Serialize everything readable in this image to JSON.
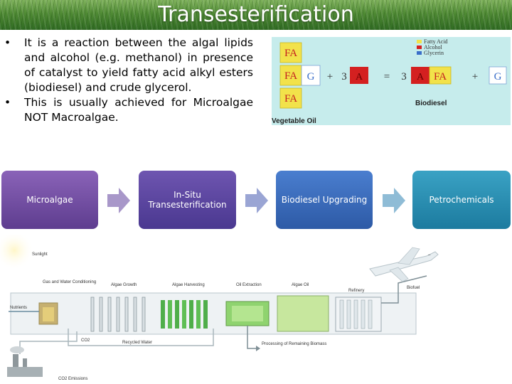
{
  "title": "Transesterification",
  "bullets": [
    "It is a reaction between the algal lipids and alcohol (e.g. methanol) in presence of catalyst to yield fatty acid alkyl esters (biodiesel) and crude glycerol.",
    "This is usually achieved for Microalgae NOT Macroalgae."
  ],
  "bullet_symbol": "•",
  "equation": {
    "fa": "FA",
    "g": "G",
    "a": "A",
    "plus": "+",
    "equals": "=",
    "three": "3",
    "legend": [
      "Fatty Acid",
      "Alcohol",
      "Glycerin"
    ],
    "legend_colors": [
      "#f2e24a",
      "#d42020",
      "#3a6ec9"
    ],
    "left_label": "Vegetable Oil",
    "right_label": "Biodiesel",
    "colors": {
      "fa_fill": "#f2e24a",
      "a_fill": "#d42020",
      "text": "#c42020"
    }
  },
  "flow": [
    "Microalgae",
    "In-Situ Transesterification",
    "Biodiesel Upgrading",
    "Petrochemicals"
  ],
  "diagram": {
    "labels": {
      "sunlight": "Sunlight",
      "gas_water": "Gas and Water Conditioning",
      "algae_growth": "Algae Growth",
      "algae_harvesting": "Algae Harvesting",
      "oil_extraction": "Oil Extraction",
      "algae_oil": "Algae Oil",
      "refinery": "Refinery",
      "biofuel": "Biofuel",
      "nutrients": "Nutrients",
      "co2": "CO2",
      "recycled_water": "Recycled Water",
      "processing": "Processing of Remaining Biomass",
      "co2_emissions": "CO2 Emissions"
    },
    "dash": "–"
  }
}
